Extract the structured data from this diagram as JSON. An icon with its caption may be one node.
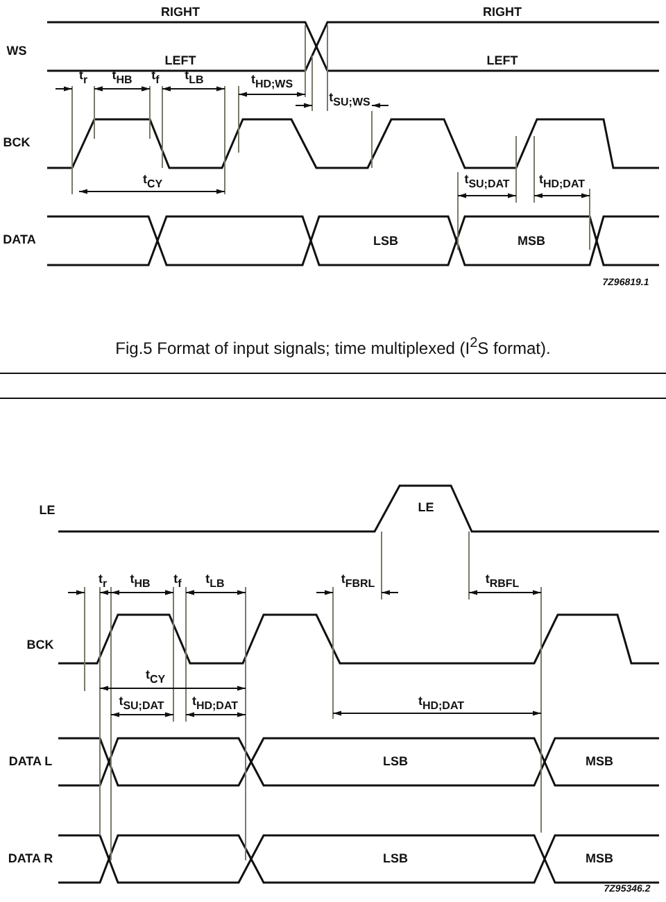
{
  "diagram": {
    "caption": "Fig.5  Format of input signals; time multiplexed (I$^{2}$S format).",
    "labels": [
      "RIGHT",
      "RIGHT",
      "WS",
      "LEFT",
      "LEFT",
      "t$_{r}$",
      "t$_{HB}$",
      "t$_{f}$",
      "t$_{LB}$",
      "t$_{HD;WS}$",
      "t$_{SU;WS}$",
      "BCK",
      "t$_{CY}$",
      "t$_{SU;DAT}$",
      "t$_{HD;DAT}$",
      "DATA",
      "LSB",
      "MSB",
      "7Z96819.1",
      "LE",
      "LE",
      "t$_{r}$",
      "t$_{HB}$",
      "t$_{f}$",
      "t$_{LB}$",
      "t$_{FBRL}$",
      "t$_{RBFL}$",
      "BCK",
      "t$_{CY}$",
      "t$_{SU;DAT}$",
      "t$_{HD;DAT}$",
      "t$_{HD;DAT}$",
      "DATA L",
      "LSB",
      "MSB",
      "DATA R",
      "LSB",
      "MSB",
      "7Z95346.2"
    ]
  }
}
